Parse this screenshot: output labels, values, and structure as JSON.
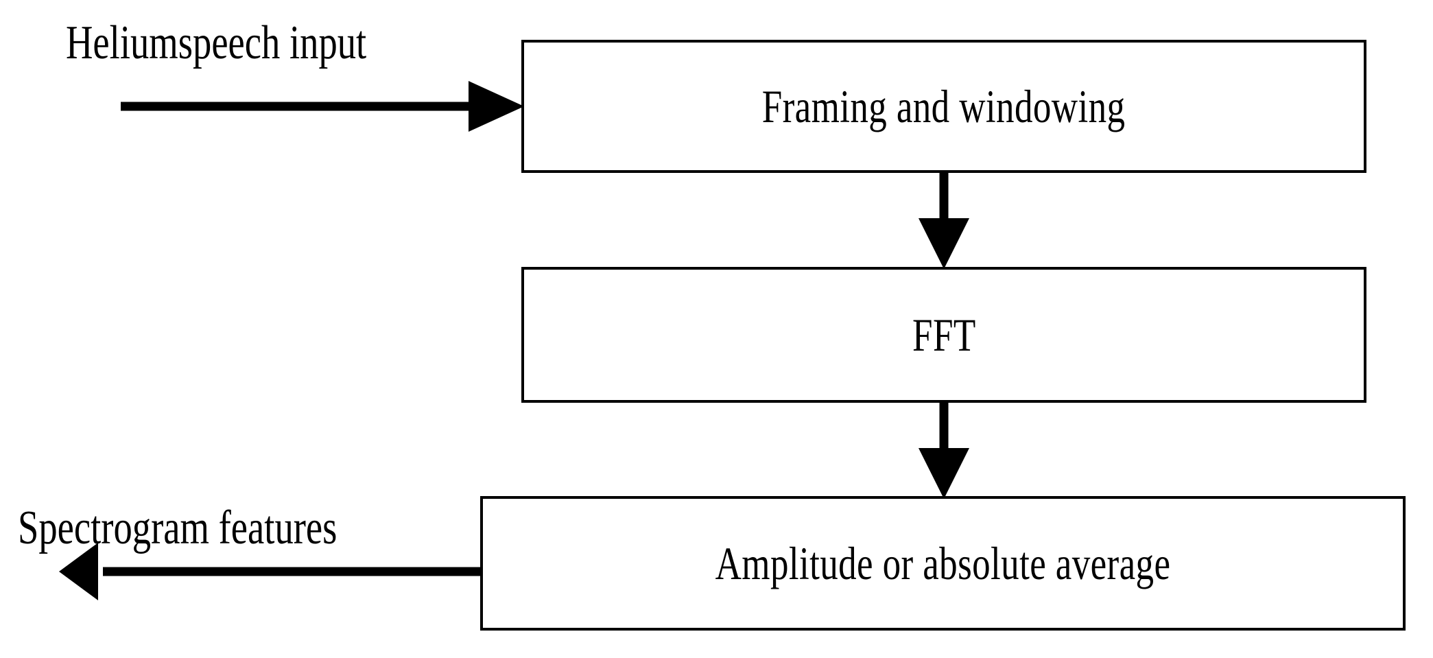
{
  "diagram": {
    "title": "Heliumspeech spectrogram feature extraction block diagram",
    "type": "flowchart",
    "orientation": "top-to-bottom",
    "colors": {
      "stroke": "#000000",
      "fill": "#ffffff",
      "text": "#000000",
      "background": "#ffffff"
    },
    "nodes": [
      {
        "id": "framing",
        "label": "Framing and windowing",
        "shape": "rectangle"
      },
      {
        "id": "fft",
        "label": "FFT",
        "shape": "rectangle"
      },
      {
        "id": "amplitude",
        "label": "Amplitude or absolute average",
        "shape": "rectangle"
      }
    ],
    "edge_labels": {
      "input": "Heliumspeech input",
      "output": "Spectrogram features"
    },
    "edges": [
      {
        "id": "edge-input",
        "from": "external-input",
        "to": "framing",
        "label": "Heliumspeech input",
        "direction": "right",
        "arrowhead": "filled-triangle"
      },
      {
        "id": "edge-framing-fft",
        "from": "framing",
        "to": "fft",
        "label": "",
        "direction": "down",
        "arrowhead": "filled-triangle"
      },
      {
        "id": "edge-fft-amplitude",
        "from": "fft",
        "to": "amplitude",
        "label": "",
        "direction": "down",
        "arrowhead": "filled-triangle"
      },
      {
        "id": "edge-output",
        "from": "amplitude",
        "to": "external-output",
        "label": "Spectrogram features",
        "direction": "left",
        "arrowhead": "filled-triangle"
      }
    ]
  }
}
